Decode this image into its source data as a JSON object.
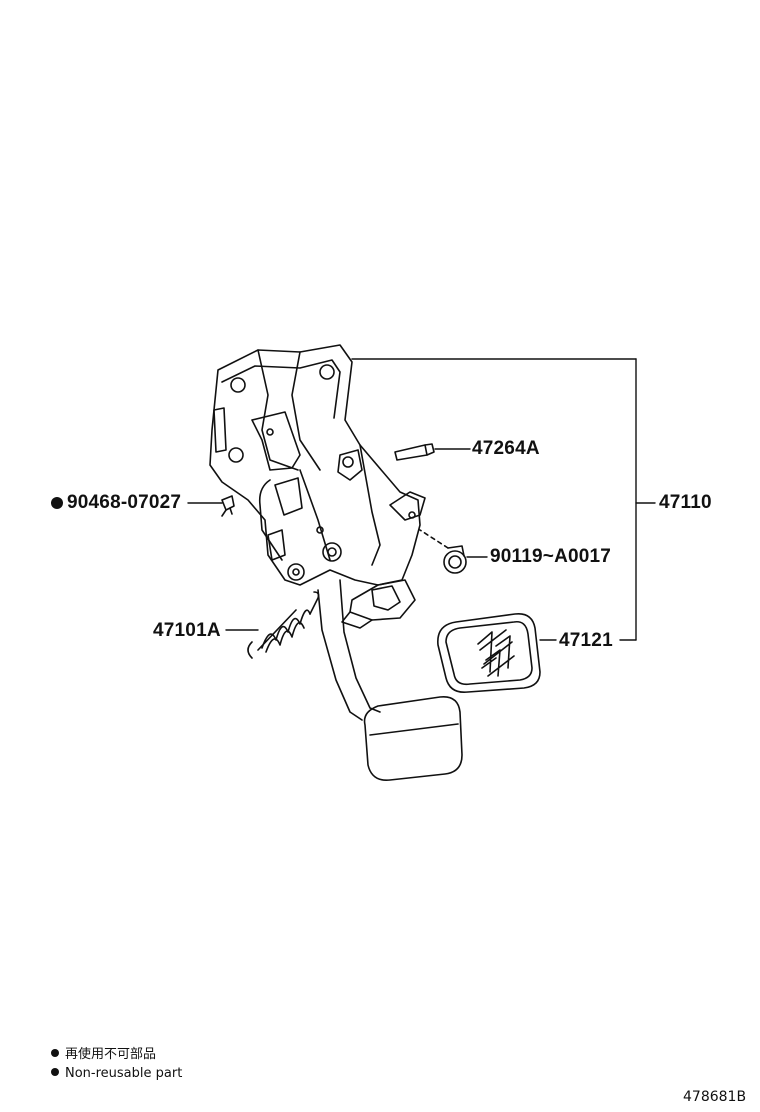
{
  "parts": {
    "p47264A": "47264A",
    "p90468": "90468-07027",
    "p47110": "47110",
    "p90119": "90119~A0017",
    "p47101A": "47101A",
    "p47121": "47121"
  },
  "notes": {
    "non_reusable_jp": "再使用不可部品",
    "non_reusable_en": "Non-reusable part"
  },
  "figure_id": "478681B"
}
